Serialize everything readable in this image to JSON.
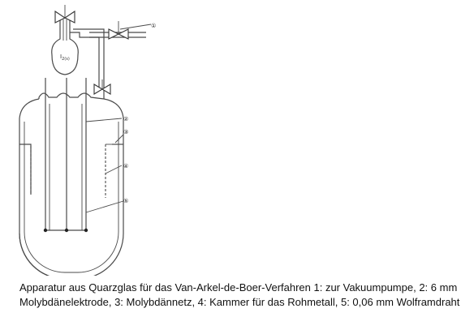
{
  "diagram": {
    "markers": [
      "①",
      "②",
      "③",
      "④",
      "⑤"
    ],
    "flask_label": "I",
    "flask_subscript": "2(s)"
  },
  "caption": {
    "text": "Apparatur aus Quarzglas für das Van-Arkel-de-Boer-Verfahren 1: zur Vakuumpumpe, 2: 6 mm Molybdänelektrode, 3: Molybdännetz, 4: Kammer für das Rohmetall, 5: 0,06 mm Wolframdraht"
  }
}
